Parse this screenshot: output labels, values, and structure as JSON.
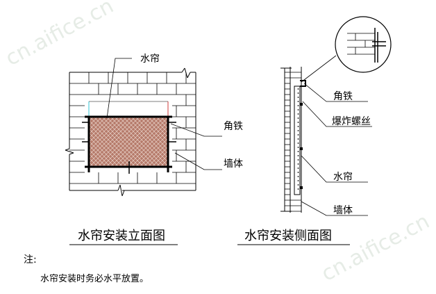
{
  "front_view": {
    "label_curtain": "水帘",
    "label_angle_iron": "角铁",
    "label_wall": "墙体",
    "caption": "水帘安装立面图"
  },
  "side_view": {
    "label_angle_iron": "角铁",
    "label_bolt": "爆炸螺丝",
    "label_curtain": "水帘",
    "label_wall": "墙体",
    "caption": "水帘安装侧面图"
  },
  "note": {
    "title": "注:",
    "body": "水帘安装时务必水平放置。"
  },
  "watermarks": [
    "cn.aifice.cn",
    "cn.aifice.cn"
  ],
  "colors": {
    "line": "#000000",
    "pad_fill": "#b57a6a",
    "cyan_line": "#33c4d6",
    "red_line": "#d23a3a"
  }
}
